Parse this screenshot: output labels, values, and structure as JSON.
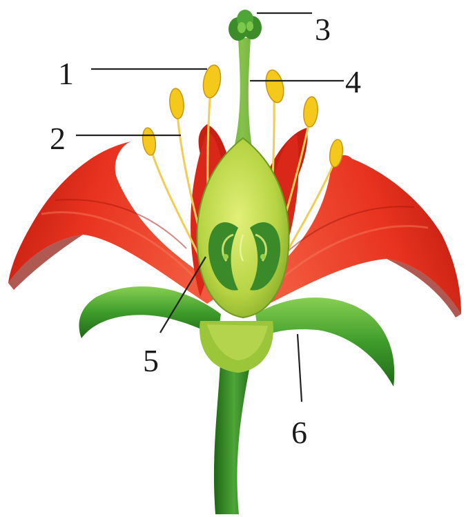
{
  "labels": [
    {
      "id": "1",
      "text": "1"
    },
    {
      "id": "2",
      "text": "2"
    },
    {
      "id": "3",
      "text": "3"
    },
    {
      "id": "4",
      "text": "4"
    },
    {
      "id": "5",
      "text": "5"
    },
    {
      "id": "6",
      "text": "6"
    }
  ],
  "colors": {
    "background": "#ffffff",
    "petal": "#e32a1c",
    "petal_dark": "#a7160d",
    "petal_light": "#f4553e",
    "sepal": "#3e9b2a",
    "sepal_dark": "#1f6e17",
    "sepal_light": "#7cc84a",
    "pistil": "#a8cc3c",
    "pistil_light": "#d8ec6c",
    "ovule": "#3b8a2a",
    "filament": "#f2d060",
    "anther": "#f5c91c",
    "stem": "#2f7f22",
    "leader_line": "#222222"
  },
  "icons": [
    "flower-illustration"
  ]
}
